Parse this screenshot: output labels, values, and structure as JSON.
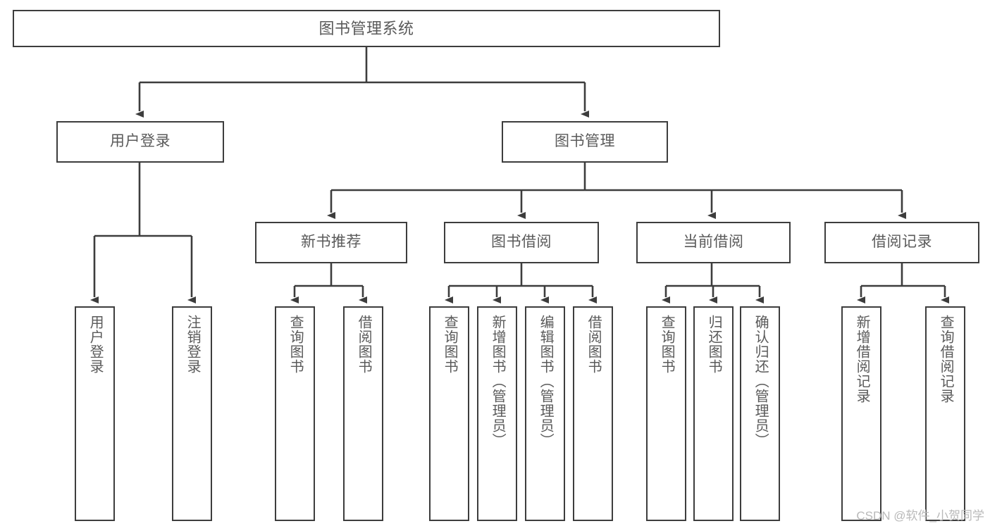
{
  "diagram": {
    "title": "图书管理系统",
    "root": {
      "label": "图书管理系统"
    },
    "level2": [
      {
        "label": "用户登录"
      },
      {
        "label": "图书管理"
      }
    ],
    "level3": [
      {
        "label": "新书推荐"
      },
      {
        "label": "图书借阅"
      },
      {
        "label": "当前借阅"
      },
      {
        "label": "借阅记录"
      }
    ],
    "leaves": {
      "user_login": [
        {
          "label": "用户登录"
        },
        {
          "label": "注销登录"
        }
      ],
      "new_book_recommend": [
        {
          "label": "查询图书"
        },
        {
          "label": "借阅图书"
        }
      ],
      "book_borrow": [
        {
          "label": "查询图书"
        },
        {
          "label": "新增图书（管理员）"
        },
        {
          "label": "编辑图书（管理员）"
        },
        {
          "label": "借阅图书"
        }
      ],
      "current_borrow": [
        {
          "label": "查询图书"
        },
        {
          "label": "归还图书"
        },
        {
          "label": "确认归还（管理员）"
        }
      ],
      "borrow_records": [
        {
          "label": "新增借阅记录"
        },
        {
          "label": "查询借阅记录"
        }
      ]
    }
  },
  "watermark": {
    "text": "CSDN @软件_小贺同学"
  },
  "colors": {
    "stroke": "#3d3d3d",
    "text": "#5a5a5a",
    "background": "#ffffff",
    "watermark": "#b9b9b9"
  }
}
